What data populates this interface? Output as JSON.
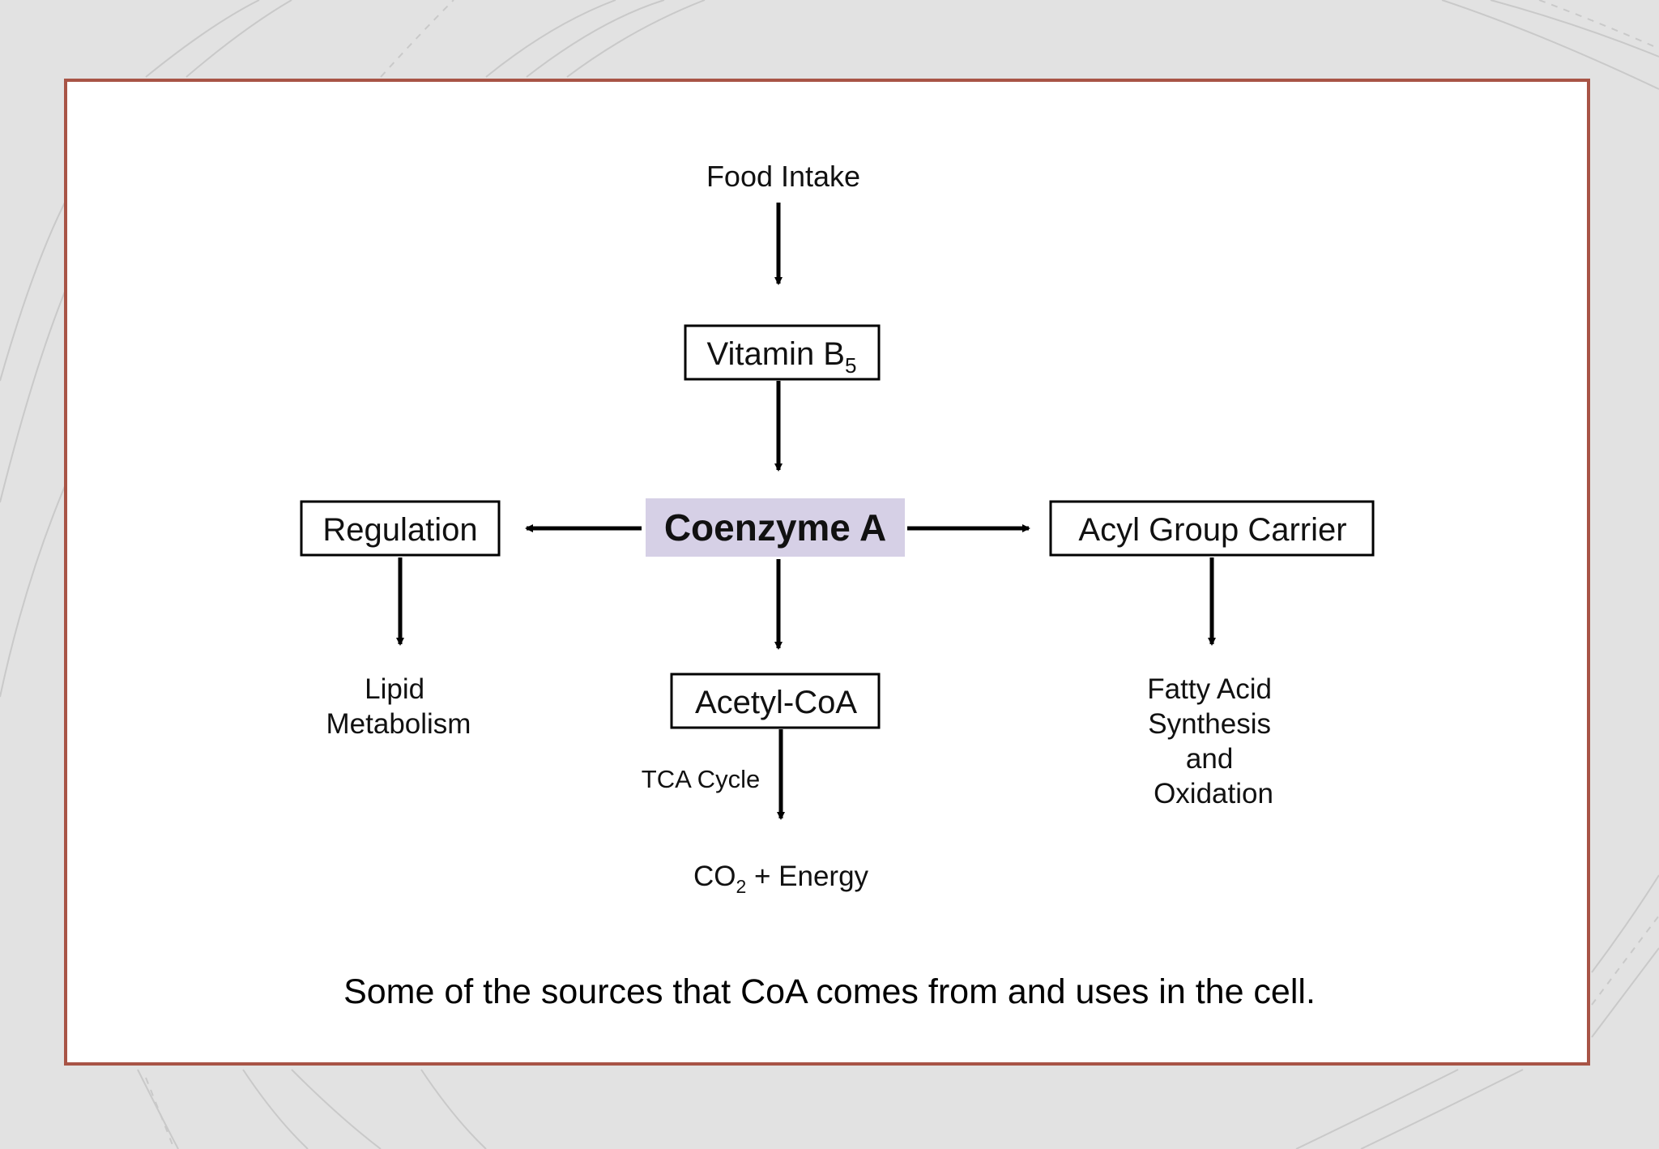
{
  "diagram": {
    "nodes": {
      "food_intake": "Food Intake",
      "vitamin_b5": {
        "text": "Vitamin B",
        "subscript": "5"
      },
      "coenzyme_a": "Coenzyme A",
      "regulation": "Regulation",
      "acyl_group_carrier": "Acyl Group Carrier",
      "acetyl_coa": "Acetyl-CoA",
      "lipid_metabolism": [
        "Lipid",
        "Metabolism"
      ],
      "fatty_acid": [
        "Fatty Acid",
        "Synthesis",
        "and",
        "Oxidation"
      ],
      "co2_energy": {
        "prefix": "CO",
        "subscript": "2",
        "suffix": " + Energy"
      }
    },
    "edge_labels": {
      "tca_cycle": "TCA Cycle"
    },
    "colors": {
      "highlight": "#d6d0e6",
      "frame": "#a85446",
      "background": "#e2e2e2"
    }
  },
  "caption": "Some of the sources that CoA comes from and uses in the cell."
}
